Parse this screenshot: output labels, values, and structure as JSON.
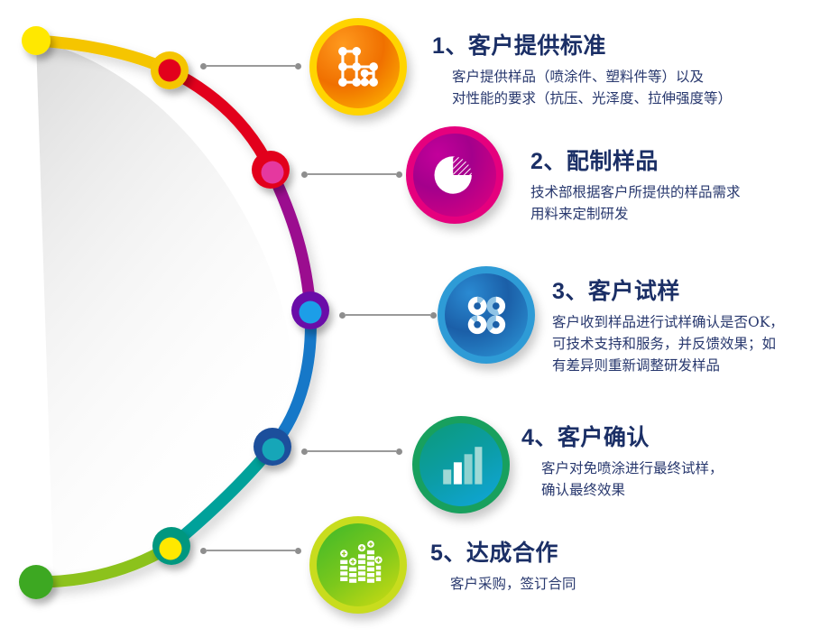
{
  "diagram": {
    "title_sequence": [
      "1、",
      "2、",
      "3、",
      "4、",
      "5、"
    ],
    "arc_colors": {
      "start_dot": "#FFE800",
      "segment_1": "#F5C500",
      "segment_2": "#E2001A",
      "segment_3": "#9B0F8F",
      "segment_4": "#1478C8",
      "segment_5": "#00A19A",
      "segment_6": "#8CC21E",
      "end_dot": "#3DA824"
    },
    "connector_color": "#8e8e8e"
  },
  "steps": [
    {
      "number": "1、",
      "title": "客户提供标准",
      "desc": "客户提供样品（喷涂件、塑料件等）以及\n对性能的要求（抗压、光泽度、拉伸强度等）",
      "icon_name": "molecule-grid-icon",
      "circle_ring": "#FFD400",
      "circle_fill_from": "#F07000",
      "circle_fill_to": "#FFB200",
      "node_ring": "#F5C500",
      "node_center": "#E2001A"
    },
    {
      "number": "2、",
      "title": "配制样品",
      "desc": "技术部根据客户所提供的样品需求\n用料来定制研发",
      "icon_name": "pie-chart-icon",
      "circle_ring": "#E5007E",
      "circle_fill_from": "#A4008C",
      "circle_fill_to": "#E5007E",
      "node_ring": "#E2001A",
      "node_center": "#E5399F"
    },
    {
      "number": "3、",
      "title": "客户试样",
      "desc": "客户收到样品进行试样确认是否OK，\n可技术支持和服务，并反馈效果；如\n有差异则重新调整研发样品",
      "icon_name": "four-donuts-icon",
      "circle_ring": "#2E9BD6",
      "circle_fill_from": "#1B5FA8",
      "circle_fill_to": "#2088D0",
      "node_ring": "#6A0DA8",
      "node_center": "#1C9EE8"
    },
    {
      "number": "4、",
      "title": "客户确认",
      "desc": "客户对免喷涂进行最终试样，\n确认最终效果",
      "icon_name": "bar-chart-icon",
      "circle_ring": "#18A05E",
      "circle_fill_from": "#0E9B86",
      "circle_fill_to": "#0FA0D4",
      "node_ring": "#1B4F9C",
      "node_center": "#13A6B8"
    },
    {
      "number": "5、",
      "title": "达成合作",
      "desc": "客户采购，签订合同",
      "icon_name": "equalizer-plus-icon",
      "circle_ring": "#C8DC1E",
      "circle_fill_from": "#3DB82A",
      "circle_fill_to": "#CBDC14",
      "node_ring": "#00977F",
      "node_center": "#FFE800"
    }
  ]
}
